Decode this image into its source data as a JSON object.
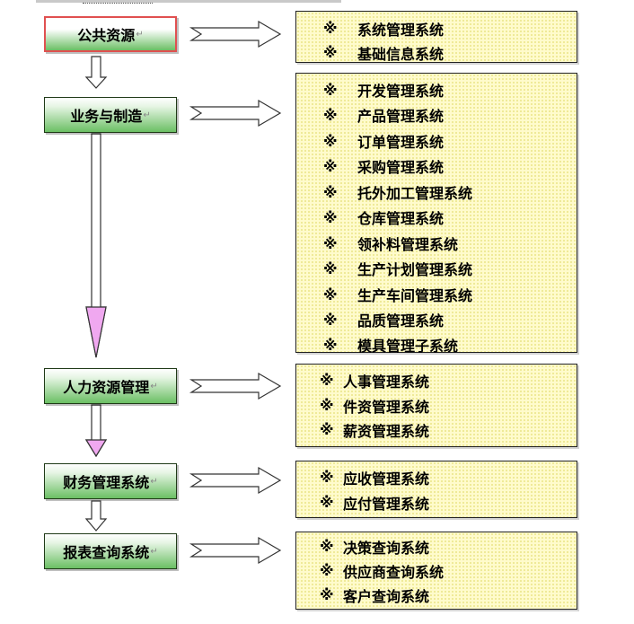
{
  "modules": [
    {
      "label": "公共资源",
      "systems": [
        "系统管理系统",
        "基础信息系统"
      ]
    },
    {
      "label": "业务与制造",
      "systems": [
        "开发管理系统",
        "产品管理系统",
        "订单管理系统",
        "采购管理系统",
        "托外加工管理系统",
        "仓库管理系统",
        "领补料管理系统",
        "生产计划管理系统",
        "生产车间管理系统",
        "品质管理系统",
        "模具管理子系统"
      ]
    },
    {
      "label": "人力资源管理",
      "systems": [
        "人事管理系统",
        "件资管理系统",
        "薪资管理系统"
      ]
    },
    {
      "label": "财务管理系统",
      "systems": [
        "应收管理系统",
        "应付管理系统"
      ]
    },
    {
      "label": "报表查询系统",
      "systems": [
        "决策查询系统",
        "供应商查询系统",
        "客户查询系统"
      ]
    }
  ],
  "bullet_mark": "※",
  "return_mark": "↵",
  "colors": {
    "module_green": "#6bbf64",
    "first_border": "#e05050",
    "panel_fill": "#fffbcc",
    "pink_arrow": "#f0a8f0"
  }
}
